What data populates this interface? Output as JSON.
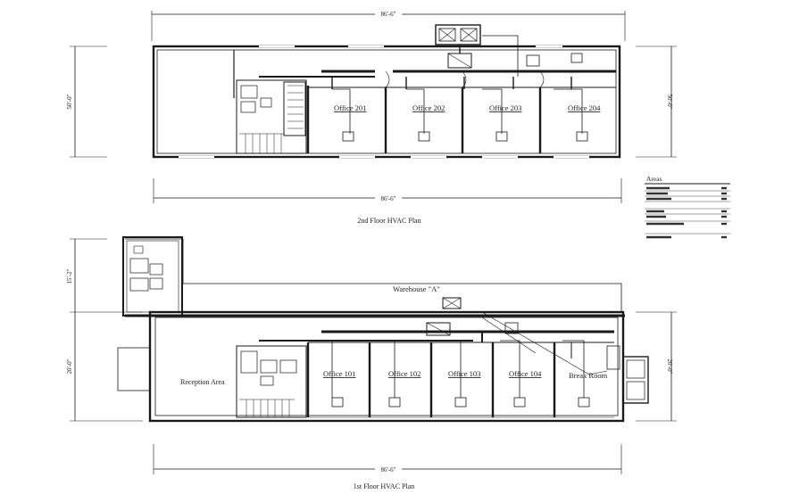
{
  "dimensions": {
    "top_width": "86'-6\"",
    "top_height": "50'-0\"",
    "mid_width": "86'-6\"",
    "bottom_width": "86'-6\"",
    "bottom_left_upper": "15'-2\"",
    "bottom_left_lower": "20'-0\"",
    "bottom_right": "20'-0\""
  },
  "second_floor": {
    "title": "2nd Floor HVAC Plan",
    "offices": [
      "Office 201",
      "Office 202",
      "Office 203",
      "Office 204"
    ]
  },
  "first_floor": {
    "title": "1st Floor HVAC Plan",
    "warehouse": "Warehouse \"A\"",
    "reception": "Reception Area",
    "offices": [
      "Office 101",
      "Office 102",
      "Office 103",
      "Office 104"
    ],
    "break_room": "Break Room"
  },
  "areas_table": {
    "title": "Areas"
  },
  "colors": {
    "ink": "#1a1a1a",
    "wall": "#000000",
    "background": "#ffffff"
  }
}
